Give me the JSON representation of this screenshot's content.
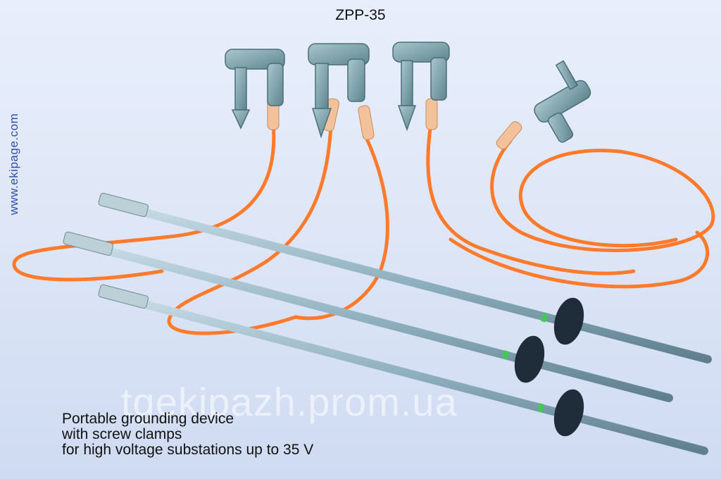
{
  "title": "ZPP-35",
  "side_text": "www.ekipage.com",
  "watermark": "tgekipazh.prom.ua",
  "caption": {
    "line1": "Portable grounding device",
    "line2": "with  screw clamps",
    "line3": "for high voltage substations up to 35  V"
  },
  "colors": {
    "cable": "#ff7a2a",
    "rod": "#8fb0bf",
    "clamp": "#7fa3ad",
    "guard": "#1f2d3a",
    "band": "#3ccf4e"
  }
}
